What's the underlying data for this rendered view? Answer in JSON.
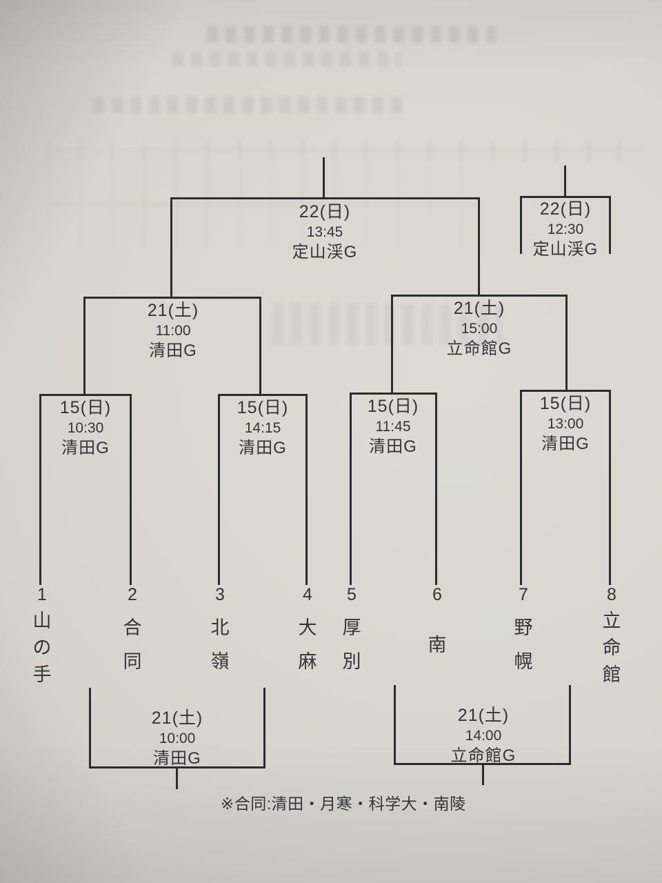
{
  "matches": {
    "final": {
      "date": "22(日)",
      "time": "13:45",
      "venue": "定山渓G"
    },
    "third_place": {
      "date": "22(日)",
      "time": "12:30",
      "venue": "定山渓G"
    },
    "semifinal_left": {
      "date": "21(土)",
      "time": "11:00",
      "venue": "清田G"
    },
    "semifinal_right": {
      "date": "21(土)",
      "time": "15:00",
      "venue": "立命館G"
    },
    "quarterfinal_1": {
      "date": "15(日)",
      "time": "10:30",
      "venue": "清田G"
    },
    "quarterfinal_2": {
      "date": "15(日)",
      "time": "14:15",
      "venue": "清田G"
    },
    "quarterfinal_3": {
      "date": "15(日)",
      "time": "11:45",
      "venue": "清田G"
    },
    "quarterfinal_4": {
      "date": "15(日)",
      "time": "13:00",
      "venue": "清田G"
    },
    "consolation_left": {
      "date": "21(土)",
      "time": "10:00",
      "venue": "清田G"
    },
    "consolation_right": {
      "date": "21(土)",
      "time": "14:00",
      "venue": "立命館G"
    }
  },
  "teams": [
    {
      "seed": "1",
      "name": "山の手"
    },
    {
      "seed": "2",
      "name": "合同"
    },
    {
      "seed": "3",
      "name": "北嶺"
    },
    {
      "seed": "4",
      "name": "大麻"
    },
    {
      "seed": "5",
      "name": "厚別"
    },
    {
      "seed": "6",
      "name": "南"
    },
    {
      "seed": "7",
      "name": "野幌"
    },
    {
      "seed": "8",
      "name": "立命館"
    }
  ],
  "footnote": "※合同:清田・月寒・科学大・南陵"
}
